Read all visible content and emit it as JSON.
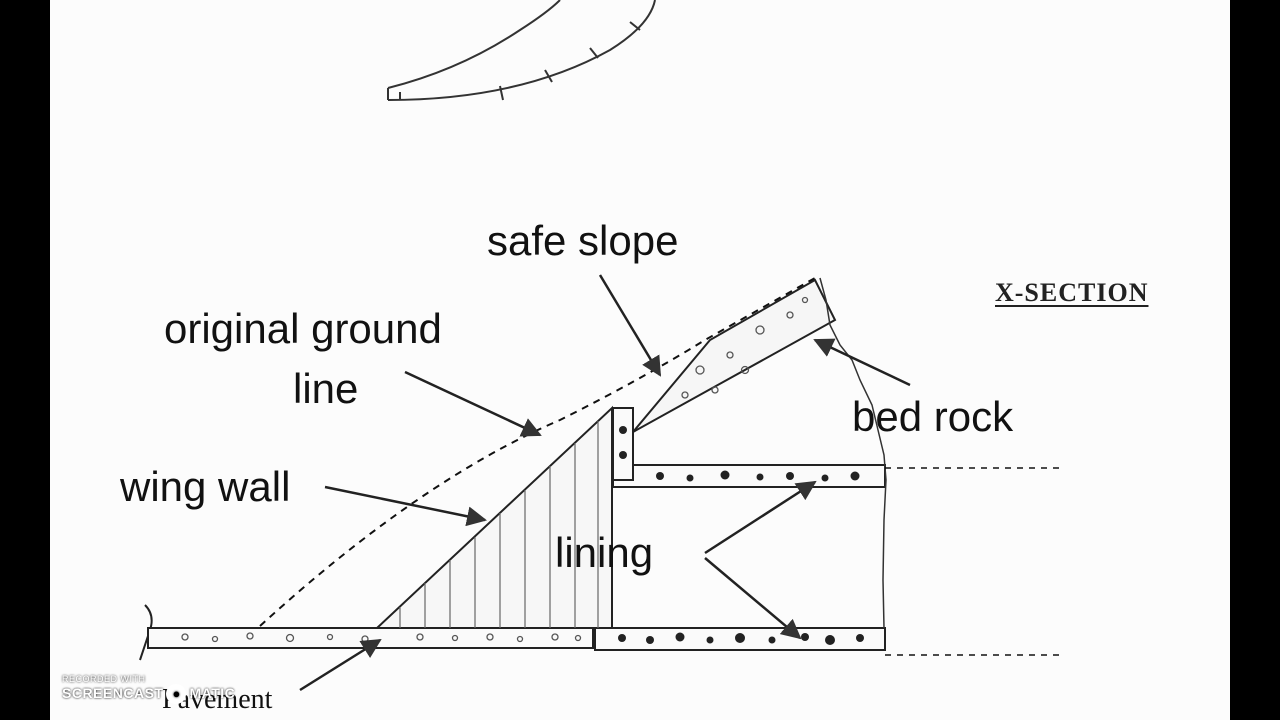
{
  "labels": {
    "safe_slope": "safe slope",
    "original_ground_line_1": "original ground",
    "original_ground_line_2": "line",
    "wing_wall": "wing wall",
    "lining": "lining",
    "bed_rock": "bed rock",
    "pavement": "Pavement",
    "x_section": "X-SECTION"
  },
  "watermark": {
    "recorded_with": "RECORDED WITH",
    "brand_left": "SCREENCAST",
    "brand_right": "MATIC"
  },
  "colors": {
    "paper": "#fcfcfc",
    "ink": "#111111",
    "side_bars": "#000000"
  }
}
